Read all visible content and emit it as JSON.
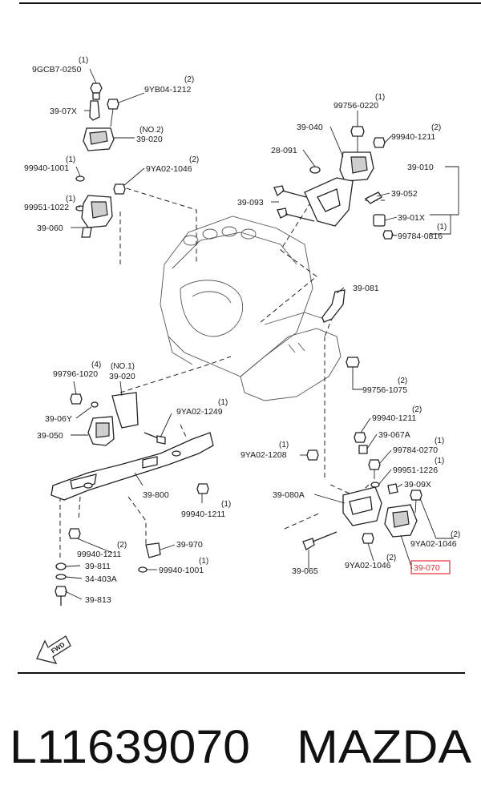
{
  "diagram": {
    "labels": {
      "l_9gcb7": "9GCB7-0250",
      "l_9gcb7_q": "(1)",
      "l_9yb04": "9YB04-1212",
      "l_9yb04_q": "(2)",
      "l_39_07x": "39-07X",
      "l_no2": "(NO.2)",
      "l_39_020a": "39-020",
      "l_99940_1001a": "99940-1001",
      "l_99940_1001a_q": "(1)",
      "l_9ya02_1046a": "9YA02-1046",
      "l_9ya02_1046a_q": "(2)",
      "l_99951_1022": "99951-1022",
      "l_99951_1022_q": "(1)",
      "l_39_060": "39-060",
      "l_99756_0220": "99756-0220",
      "l_99756_0220_q": "(1)",
      "l_39_040": "39-040",
      "l_99940_1211a": "99940-1211",
      "l_99940_1211a_q": "(2)",
      "l_28_091": "28-091",
      "l_39_010": "39-010",
      "l_39_052": "39-052",
      "l_39_093": "39-093",
      "l_39_01x": "39-01X",
      "l_99784_0816": "99784-0816",
      "l_99784_0816_q": "(1)",
      "l_39_081": "39-081",
      "l_99756_1075": "99756-1075",
      "l_99756_1075_q": "(2)",
      "l_99796_1020": "99796-1020",
      "l_99796_1020_q": "(4)",
      "l_no1": "(NO.1)",
      "l_39_020b": "39-020",
      "l_9ya02_1249": "9YA02-1249",
      "l_9ya02_1249_q": "(1)",
      "l_39_06y": "39-06Y",
      "l_39_050": "39-050",
      "l_39_800": "39-800",
      "l_99940_1211b": "99940-1211",
      "l_99940_1211b_q": "(1)",
      "l_99940_1211c": "99940-1211",
      "l_99940_1211c_q": "(2)",
      "l_39_970": "39-970",
      "l_39_811": "39-811",
      "l_99940_1001b": "99940-1001",
      "l_99940_1001b_q": "(1)",
      "l_34_403a": "34-403A",
      "l_39_813": "39-813",
      "l_99940_1211d": "99940-1211",
      "l_99940_1211d_q": "(2)",
      "l_39_067a": "39-067A",
      "l_9ya02_1208": "9YA02-1208",
      "l_9ya02_1208_q": "(1)",
      "l_99784_0270": "99784-0270",
      "l_99784_0270_q": "(1)",
      "l_99951_1226": "99951-1226",
      "l_99951_1226_q": "(1)",
      "l_39_09x": "39-09X",
      "l_39_080a": "39-080A",
      "l_9ya02_1046b": "9YA02-1046",
      "l_9ya02_1046b_q": "(2)",
      "l_39_065": "39-065",
      "l_9ya02_1046c": "9YA02-1046",
      "l_9ya02_1046c_q": "(2)",
      "l_39_070": "39-070",
      "l_fwd": "FWD"
    },
    "highlight_color": "#e0303a"
  },
  "caption": {
    "part_number": "L11639070",
    "brand": "MAZDA"
  }
}
